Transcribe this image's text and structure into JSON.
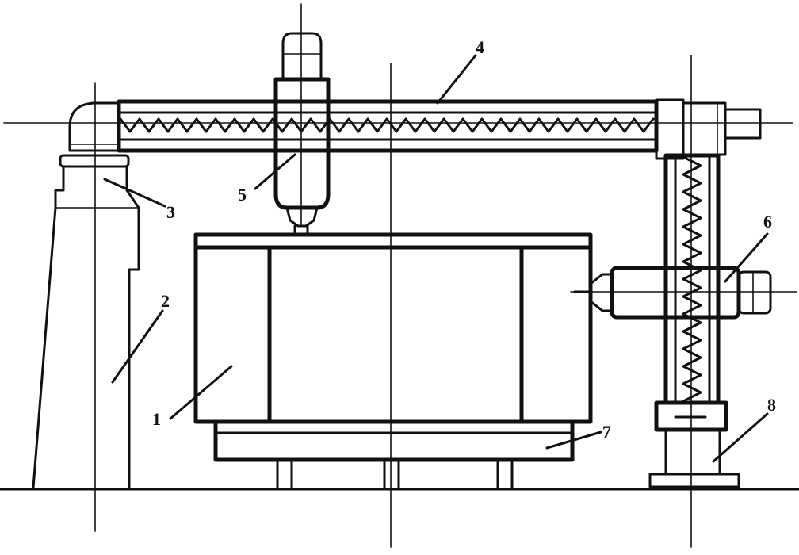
{
  "labels": [
    "1",
    "2",
    "3",
    "4",
    "5",
    "6",
    "7",
    "8"
  ],
  "colors": {
    "ink": "#111111",
    "paper": "#ffffff"
  }
}
